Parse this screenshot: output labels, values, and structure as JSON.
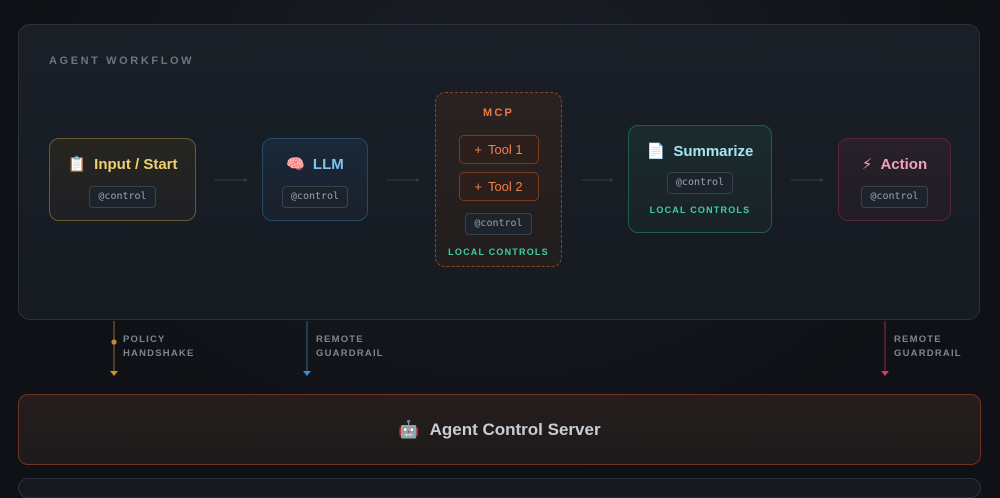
{
  "workflow": {
    "title": "AGENT WORKFLOW",
    "nodes": {
      "input": {
        "icon": "clipboard-icon",
        "glyph": "📋",
        "label": "Input / Start",
        "control": "@control"
      },
      "llm": {
        "icon": "brain-icon",
        "glyph": "🧠",
        "label": "LLM",
        "control": "@control"
      },
      "mcp": {
        "title": "MCP",
        "tools": [
          "Tool 1",
          "Tool 2"
        ],
        "tool_glyph": "+",
        "control": "@control",
        "local": "LOCAL CONTROLS"
      },
      "summarize": {
        "icon": "document-icon",
        "glyph": "📄",
        "label": "Summarize",
        "control": "@control",
        "local": "LOCAL CONTROLS"
      },
      "action": {
        "icon": "lightning-icon",
        "glyph": "⚡",
        "label": "Action",
        "control": "@control"
      }
    }
  },
  "connections": {
    "policy": "POLICY\nHANDSHAKE",
    "remote_llm": "REMOTE\nGUARDRAIL",
    "remote_action": "REMOTE\nGUARDRAIL"
  },
  "server": {
    "icon": "robot-icon",
    "glyph": "🤖",
    "title": "Agent Control Server"
  },
  "colors": {
    "input": "#f2cf6e",
    "llm": "#7cc4f0",
    "mcp": "#f07a45",
    "summarize": "#a6e4ef",
    "action": "#f0a2b8",
    "local": "#3fcf9e"
  }
}
